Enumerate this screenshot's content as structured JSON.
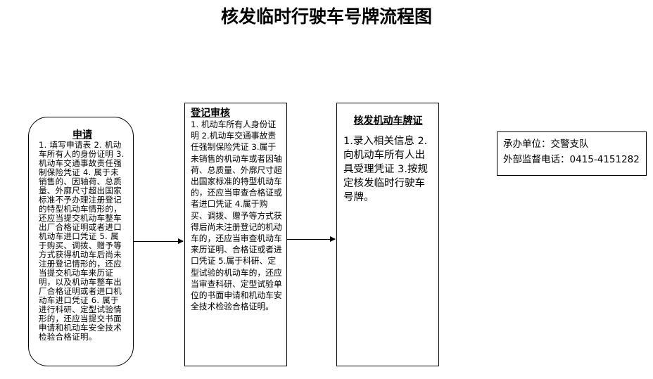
{
  "title": "核发临时行驶车号牌流程图",
  "steps": [
    {
      "heading": "申请",
      "text": "1. 填写申请表 2. 机动车所有人的身份证明 3. 机动车交通事故责任强制保险凭证 4. 属于未销售的、因轴荷、总质量、外廓尺寸超出国家标准不予办理注册登记的特型机动车情形的，还应当提交机动车整车出厂合格证明或者进口机动车进口凭证 5. 属于购买、调拨、赠予等方式获得机动车后尚未注册登记情形的，还应当提交机动车来历证明，以及机动车整车出厂合格证明或者进口机动车进口凭证 6. 属于进行科研、定型试验情形的，还应当提交书面申请和机动车安全技术检验合格证明。"
    },
    {
      "heading": "登记审核",
      "text": "1.  机动车所有人身份证明 2.机动车交通事故责任强制保险凭证 3.属于未销售的机动车或者因轴荷、总质量、外廓尺寸超出国家标准的特型机动车的，还应当审查合格证或者进口凭证 4.属于购买、调拨、赠予等方式获得后尚未注册登记的机动车的，还应当审查机动车来历证明、合格证或者进口凭证 5.属于科研、定型试验的机动车的，还应当审查科研、定型试验单位的书面申请和机动车安全技术检验合格证明。"
    },
    {
      "heading": "核发机动车牌证",
      "text": "1.录入相关信息 2.向机动车所有人出具受理凭证 3.按规定核发临时行驶车号牌。"
    }
  ],
  "info": {
    "unit": "承办单位：交警支队",
    "phone": "外部监督电话：0415-4151282"
  }
}
